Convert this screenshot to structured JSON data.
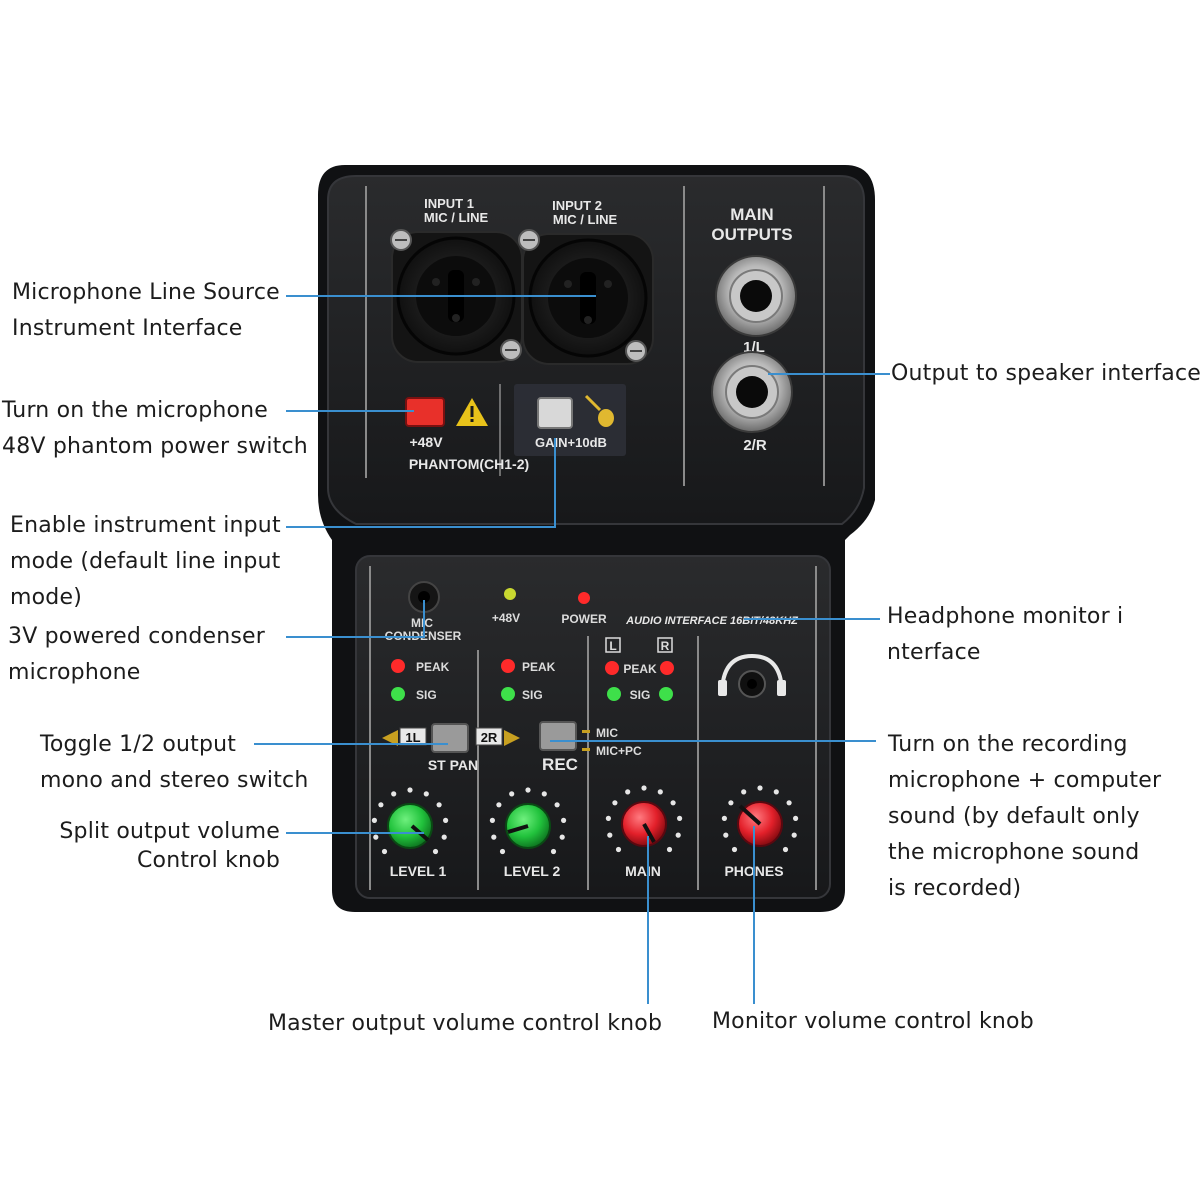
{
  "callouts": {
    "mic_line_source": "Microphone Line Source\nInstrument Interface",
    "phantom_power": "Turn on the microphone\n48V phantom power switch",
    "instrument_mode": "Enable instrument input\nmode (default line input\nmode)",
    "condenser_mic": "3V powered condenser\nmicrophone",
    "toggle_output": "Toggle 1/2 output\nmono and stereo switch",
    "split_volume": "Split output volume\nControl knob",
    "master_volume": "Master output volume control knob",
    "monitor_volume": "Monitor volume control knob",
    "speaker_output": "Output to speaker interface",
    "headphone_monitor": "Headphone monitor i\nnterface",
    "recording_mode": "Turn on the recording\nmicrophone + computer\nsound (by default only\nthe microphone sound\nis recorded)"
  },
  "device": {
    "input1": [
      "INPUT 1",
      "MIC / LINE"
    ],
    "input2": [
      "INPUT 2",
      "MIC / LINE"
    ],
    "main_outputs": [
      "MAIN",
      "OUTPUTS"
    ],
    "out_left": "1/L",
    "out_right": "2/R",
    "phantom_label": "+48V",
    "phantom_group": "PHANTOM(CH1-2)",
    "gain_label": "GAIN+10dB",
    "mic_condenser": [
      "MIC",
      "CONDENSER"
    ],
    "led_48v": "+48V",
    "led_power": "POWER",
    "audio_interface": "AUDIO INTERFACE 16BIT/48KHZ",
    "peak": "PEAK",
    "sig": "SIG",
    "left_ch": "L",
    "right_ch": "R",
    "pan_1l": "1L",
    "pan_2r": "2R",
    "st_pan": "ST PAN",
    "rec": "REC",
    "rec_mic": "MIC",
    "rec_mic_pc": "MIC+PC",
    "level1": "LEVEL 1",
    "level2": "LEVEL 2",
    "main": "MAIN",
    "phones": "PHONES"
  },
  "colors": {
    "panel": "#1e1f21",
    "panel_edge": "#2e2f31",
    "leader": "#3a8fcf",
    "knob_green": "#21c23c",
    "knob_red": "#e3202a",
    "led_red": "#ff2a2a",
    "led_green": "#3ee04a",
    "switch_red": "#e8302a",
    "warning_yellow": "#e8c21a"
  }
}
